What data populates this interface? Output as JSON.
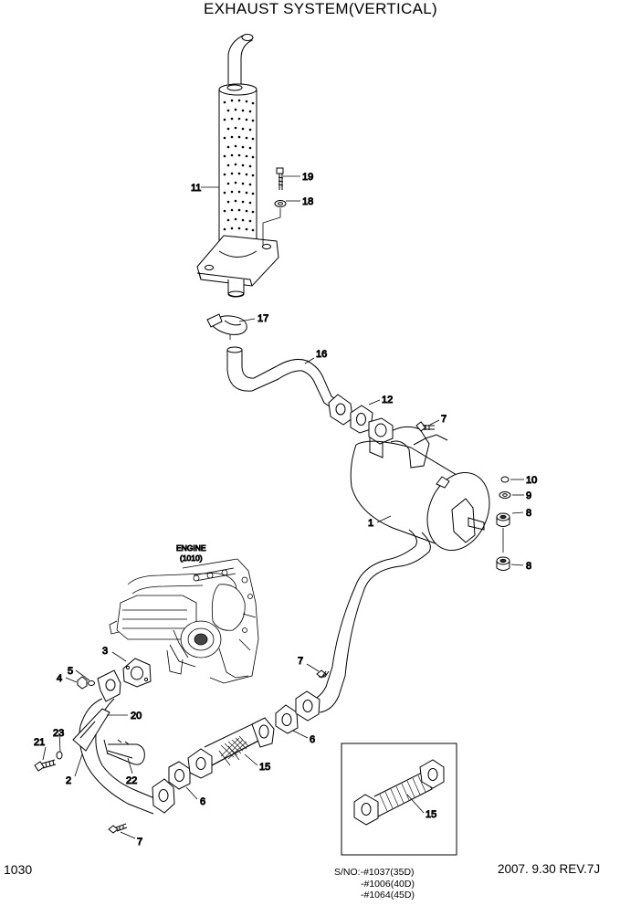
{
  "title": "EXHAUST SYSTEM(VERTICAL)",
  "page_number": "1030",
  "engine_label": {
    "line1": "ENGINE",
    "line2": "(1010)"
  },
  "serial_numbers": [
    "S/NO:-#1037(35D)",
    "-#1006(40D)",
    "-#1064(45D)"
  ],
  "revision": "2007. 9.30  REV.7J",
  "callouts": {
    "c1": "1",
    "c2": "2",
    "c3": "3",
    "c4": "4",
    "c5": "5",
    "c6a": "6",
    "c6b": "6",
    "c7a": "7",
    "c7b": "7",
    "c7c": "7",
    "c8a": "8",
    "c8b": "8",
    "c9": "9",
    "c10": "10",
    "c11": "11",
    "c12": "12",
    "c15a": "15",
    "c15b": "15",
    "c16": "16",
    "c17": "17",
    "c18": "18",
    "c19": "19",
    "c20": "20",
    "c21": "21",
    "c22": "22",
    "c23": "23"
  }
}
